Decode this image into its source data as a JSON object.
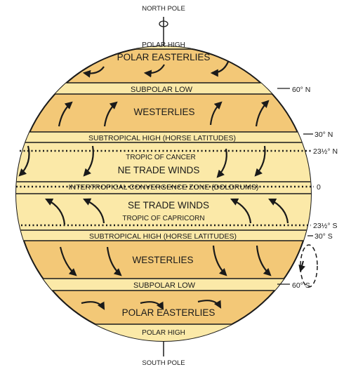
{
  "poles": {
    "north": "NORTH POLE",
    "south": "SOUTH POLE"
  },
  "zones": {
    "polar_high_n": "POLAR HIGH",
    "polar_easterlies_n": "POLAR EASTERLIES",
    "subpolar_low_n": "SUBPOLAR LOW",
    "westerlies_n": "WESTERLIES",
    "subtropical_high_n": "SUBTROPICAL HIGH (HORSE LATITUDES)",
    "tropic_cancer": "TROPIC OF CANCER",
    "ne_trade": "NE TRADE WINDS",
    "itcz": "INTERTROPICAL CONVERGENCE ZONE (DOLDRUMS)",
    "se_trade": "SE TRADE WINDS",
    "tropic_capricorn": "TROPIC OF CAPRICORN",
    "subtropical_high_s": "SUBTROPICAL HIGH (HORSE LATITUDES)",
    "westerlies_s": "WESTERLIES",
    "subpolar_low_s": "SUBPOLAR LOW",
    "polar_easterlies_s": "POLAR EASTERLIES",
    "polar_high_s": "POLAR HIGH"
  },
  "latitudes": {
    "n60": "60° N",
    "n30": "30° N",
    "n23": "23½° N",
    "eq": "0",
    "s23": "23½° S",
    "s30": "30° S",
    "s60": "60° S"
  },
  "colors": {
    "globe": "#f3c877",
    "band": "#fbe9a8",
    "line": "#1a1a1a"
  }
}
